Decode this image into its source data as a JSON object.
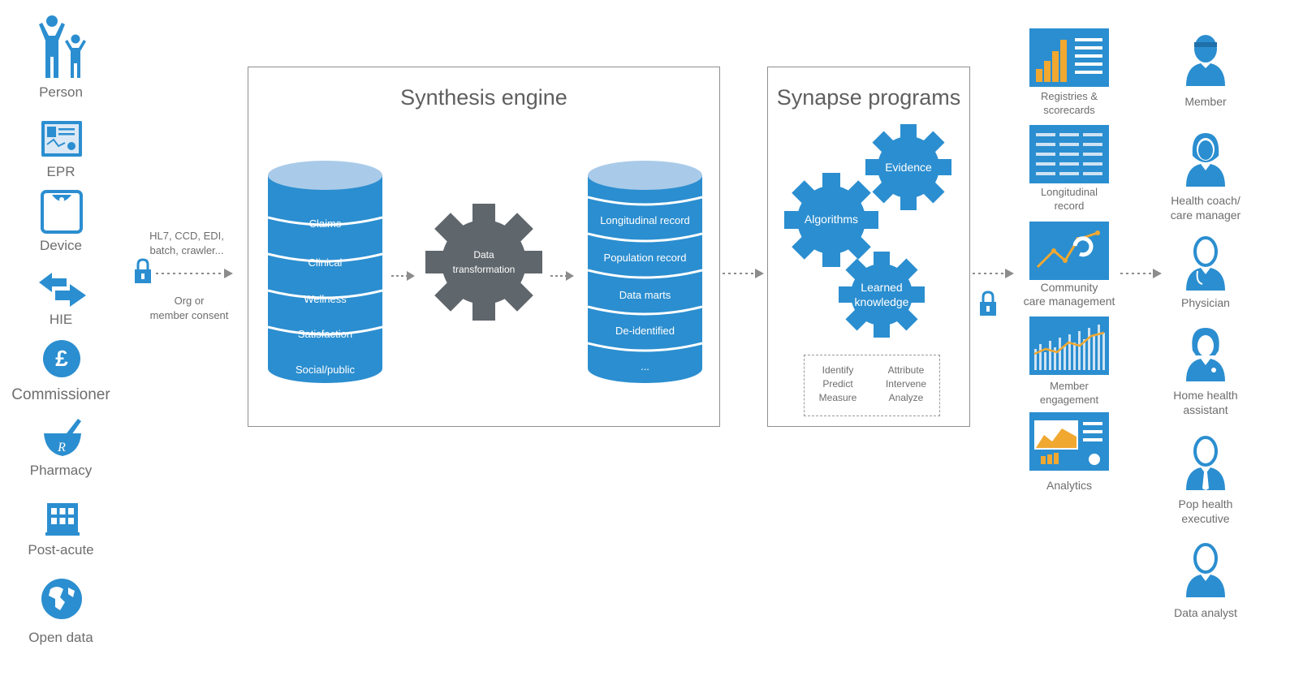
{
  "sources": [
    {
      "label": "Person",
      "icon": "person-family-icon"
    },
    {
      "label": "EPR",
      "icon": "record-card-icon"
    },
    {
      "label": "Device",
      "icon": "scale-device-icon"
    },
    {
      "label": "HIE",
      "icon": "exchange-arrows-icon"
    },
    {
      "label": "Commissioner",
      "icon": "pound-coin-icon"
    },
    {
      "label": "Pharmacy",
      "icon": "mortar-pestle-icon"
    },
    {
      "label": "Post-acute",
      "icon": "building-icon"
    },
    {
      "label": "Open data",
      "icon": "globe-icon"
    }
  ],
  "ingest": {
    "formats": "HL7, CCD, EDI,\nbatch, crawler...",
    "consent": "Org or\nmember consent"
  },
  "synthesis": {
    "title": "Synthesis engine",
    "inputs": [
      "Claims",
      "Clinical",
      "Wellness",
      "Satisfaction",
      "Social/public"
    ],
    "transform": "Data\ntransformation",
    "outputs": [
      "Longitudinal record",
      "Population record",
      "Data marts",
      "De-identified",
      "..."
    ]
  },
  "synapse": {
    "title": "Synapse programs",
    "gears": [
      "Evidence",
      "Algorithms",
      "Learned\nknowledge"
    ],
    "actions_left": [
      "Identify",
      "Predict",
      "Measure"
    ],
    "actions_right": [
      "Attribute",
      "Intervene",
      "Analyze"
    ]
  },
  "outputs": [
    {
      "label": "Registries &\nscorecards",
      "icon": "scorecard-icon"
    },
    {
      "label": "Longitudinal\nrecord",
      "icon": "table-record-icon"
    },
    {
      "label": "Community\ncare management",
      "icon": "trend-chart-icon"
    },
    {
      "label": "Member\nengagement",
      "icon": "bar-chart-icon"
    },
    {
      "label": "Analytics",
      "icon": "analytics-dashboard-icon"
    }
  ],
  "roles": [
    {
      "label": "Member"
    },
    {
      "label": "Health coach/\ncare manager"
    },
    {
      "label": "Physician"
    },
    {
      "label": "Home health\nassistant"
    },
    {
      "label": "Pop health\nexecutive"
    },
    {
      "label": "Data analyst"
    }
  ],
  "colors": {
    "blue": "#2b8ed0",
    "blue_light": "#a9cbe9",
    "gear_grey": "#5f666c",
    "text": "#6d6d6d"
  }
}
